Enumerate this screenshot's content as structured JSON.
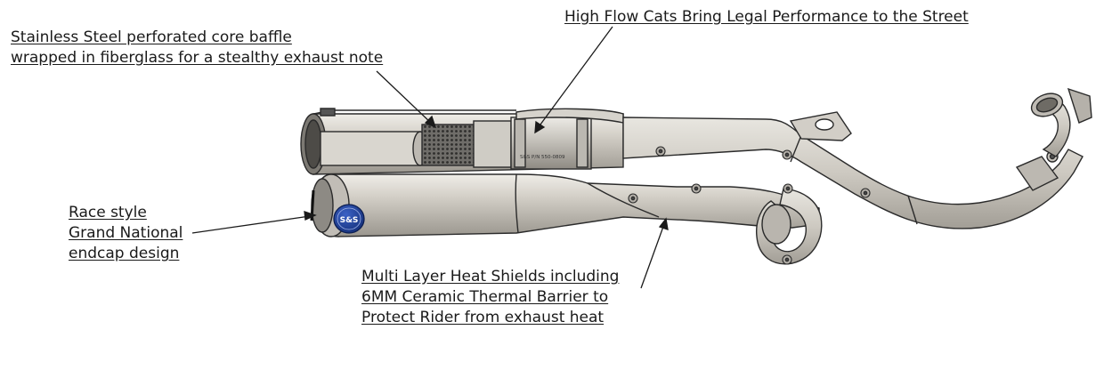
{
  "callouts": {
    "baffle": [
      "Stainless Steel perforated core baffle",
      "wrapped in fiberglass for a stealthy exhaust note"
    ],
    "cats": [
      "High Flow Cats Bring Legal Performance to the Street"
    ],
    "endcap": [
      "Race style",
      "Grand National",
      "endcap design"
    ],
    "heat_shields": [
      "Multi Layer Heat Shields including",
      "6MM Ceramic Thermal Barrier to",
      "Protect Rider from exhaust heat"
    ]
  },
  "part_marking": "S&S P/N 550-0809",
  "colors": {
    "metal": "#c9c5bd",
    "metal_light": "#dedbd4",
    "metal_dark": "#8f8b84",
    "outline": "#2b2b2b",
    "badge": "#1f3f9a",
    "text": "#1a1a1a"
  },
  "icons": [
    "ss-badge-icon"
  ]
}
